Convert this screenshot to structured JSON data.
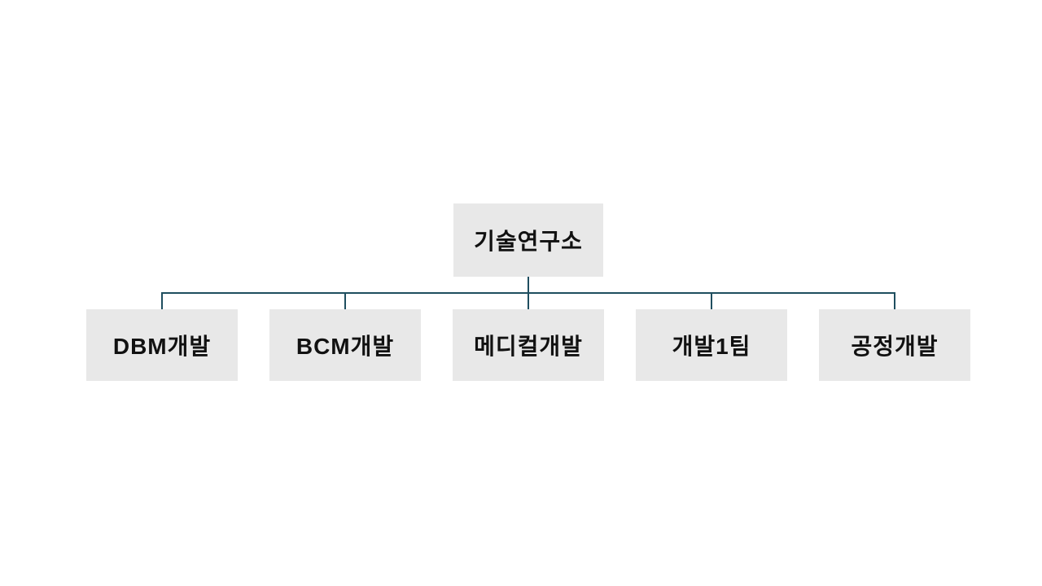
{
  "chart_data": {
    "type": "org-chart",
    "root": {
      "label": "기술연구소"
    },
    "children": [
      {
        "label": "DBM개발"
      },
      {
        "label": "BCM개발"
      },
      {
        "label": "메디컬개발"
      },
      {
        "label": "개발1팀"
      },
      {
        "label": "공정개발"
      }
    ]
  },
  "colors": {
    "background": "#ffffff",
    "box_fill": "#e8e8e8",
    "text": "#111111",
    "connector": "#1f4e5f"
  }
}
